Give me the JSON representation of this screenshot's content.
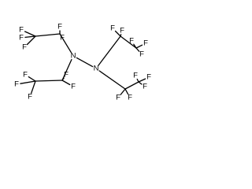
{
  "molecule": {
    "atom_labels": [
      "F",
      "F",
      "F",
      "F",
      "F",
      "F",
      "F",
      "F",
      "F",
      "F",
      "F",
      "F",
      "F",
      "F",
      "F",
      "F",
      "F",
      "F",
      "F",
      "F",
      "N",
      "N"
    ],
    "atoms": [
      {
        "id": "f1",
        "label": "F"
      },
      {
        "id": "f2",
        "label": "F"
      },
      {
        "id": "f3",
        "label": "F"
      },
      {
        "id": "f4",
        "label": "F"
      },
      {
        "id": "f5",
        "label": "F"
      },
      {
        "id": "f6",
        "label": "F"
      },
      {
        "id": "f7",
        "label": "F"
      },
      {
        "id": "f8",
        "label": "F"
      },
      {
        "id": "f9",
        "label": "F"
      },
      {
        "id": "f10",
        "label": "F"
      },
      {
        "id": "f11",
        "label": "F"
      },
      {
        "id": "f12",
        "label": "F"
      },
      {
        "id": "f13",
        "label": "F"
      },
      {
        "id": "f14",
        "label": "F"
      },
      {
        "id": "f15",
        "label": "F"
      },
      {
        "id": "f16",
        "label": "F"
      },
      {
        "id": "f17",
        "label": "F"
      },
      {
        "id": "f18",
        "label": "F"
      },
      {
        "id": "f19",
        "label": "F"
      },
      {
        "id": "f20",
        "label": "F"
      },
      {
        "id": "n1",
        "label": "N"
      },
      {
        "id": "n2",
        "label": "N"
      }
    ],
    "bonds": [
      [
        "n1",
        "n2"
      ],
      [
        "n1",
        "c1"
      ],
      [
        "c1",
        "c2"
      ],
      [
        "c1",
        "f4"
      ],
      [
        "c1",
        "f5"
      ],
      [
        "c2",
        "f1"
      ],
      [
        "c2",
        "f2"
      ],
      [
        "c2",
        "f3"
      ],
      [
        "n1",
        "c3"
      ],
      [
        "c3",
        "c4"
      ],
      [
        "c3",
        "f9"
      ],
      [
        "c3",
        "f10"
      ],
      [
        "c4",
        "f6"
      ],
      [
        "c4",
        "f7"
      ],
      [
        "c4",
        "f8"
      ],
      [
        "n2",
        "c5"
      ],
      [
        "c5",
        "c6"
      ],
      [
        "c5",
        "f11"
      ],
      [
        "c5",
        "f12"
      ],
      [
        "c6",
        "f13"
      ],
      [
        "c6",
        "f14"
      ],
      [
        "c6",
        "f15"
      ],
      [
        "n2",
        "c7"
      ],
      [
        "c7",
        "c8"
      ],
      [
        "c7",
        "f16"
      ],
      [
        "c7",
        "f17"
      ],
      [
        "c8",
        "f18"
      ],
      [
        "c8",
        "f19"
      ],
      [
        "c8",
        "f20"
      ]
    ]
  }
}
